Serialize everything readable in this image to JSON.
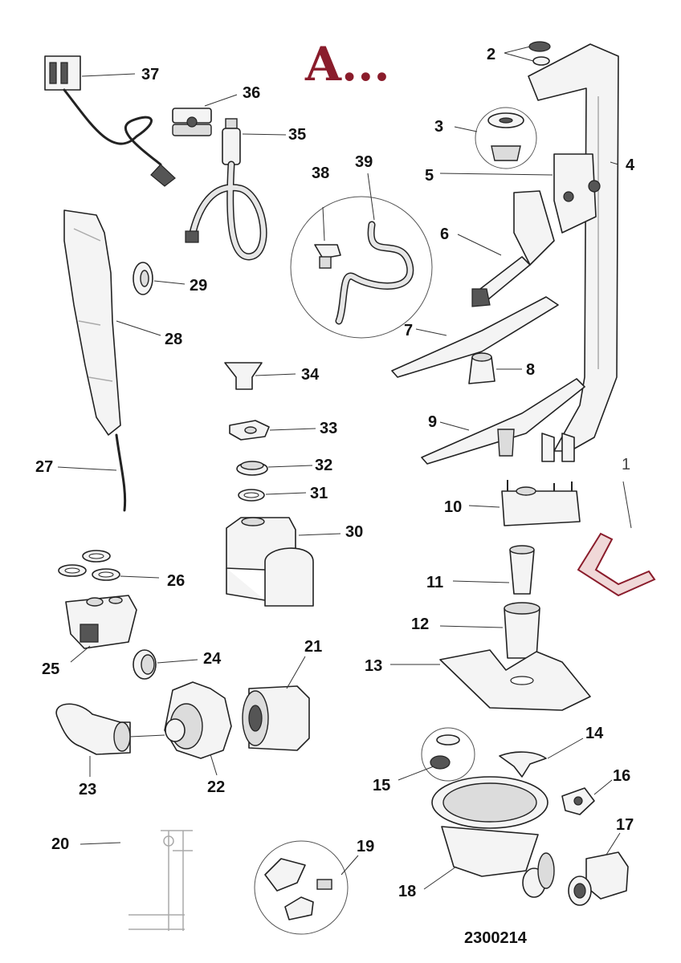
{
  "heading": "A...",
  "drawing_code": "2300214",
  "callouts": {
    "c1": "1",
    "c2": "2",
    "c3": "3",
    "c4": "4",
    "c5": "5",
    "c6": "6",
    "c7": "7",
    "c8": "8",
    "c9": "9",
    "c10": "10",
    "c11": "11",
    "c12": "12",
    "c13": "13",
    "c14": "14",
    "c15": "15",
    "c16": "16",
    "c17": "17",
    "c18": "18",
    "c19": "19",
    "c20": "20",
    "c21": "21",
    "c22": "22",
    "c23": "23",
    "c24": "24",
    "c25": "25",
    "c26": "26",
    "c27": "27",
    "c28": "28",
    "c29": "29",
    "c30": "30",
    "c31": "31",
    "c32": "32",
    "c33": "33",
    "c34": "34",
    "c35": "35",
    "c36": "36",
    "c37": "37",
    "c38": "38",
    "c39": "39"
  }
}
